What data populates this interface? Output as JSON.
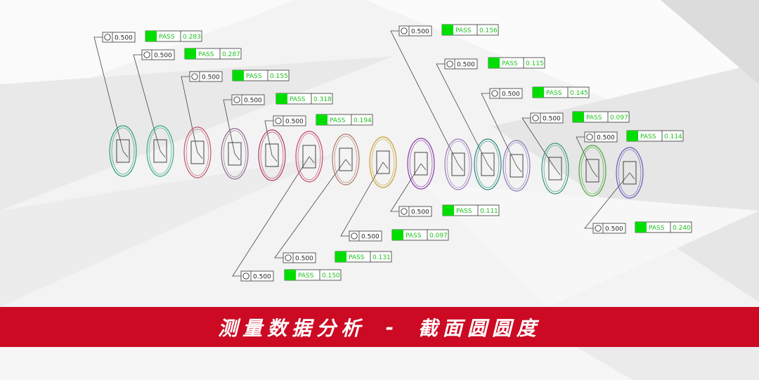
{
  "banner": {
    "title_left": "测量数据分析",
    "separator": "-",
    "title_right": "截面圆圆度"
  },
  "colors": {
    "banner": "#cc0a24",
    "pass_fill": "#00dd00",
    "pass_text": "#1fbf1f",
    "frame": "#333333",
    "leader": "#444444"
  },
  "sections": [
    {
      "id": 1,
      "tolerance": "0.500",
      "status": "PASS",
      "value": "0.283",
      "ring": "#2e9e7a"
    },
    {
      "id": 2,
      "tolerance": "0.500",
      "status": "PASS",
      "value": "0.287",
      "ring": "#3aa88c"
    },
    {
      "id": 3,
      "tolerance": "0.500",
      "status": "PASS",
      "value": "0.155",
      "ring": "#c05a6a"
    },
    {
      "id": 4,
      "tolerance": "0.500",
      "status": "PASS",
      "value": "0.318",
      "ring": "#8a6a8a"
    },
    {
      "id": 5,
      "tolerance": "0.500",
      "status": "PASS",
      "value": "0.194",
      "ring": "#b03a5a"
    },
    {
      "id": 6,
      "tolerance": "0.500",
      "status": "PASS",
      "value": "0.150",
      "ring": "#c64a6a"
    },
    {
      "id": 7,
      "tolerance": "0.500",
      "status": "PASS",
      "value": "0.131",
      "ring": "#b07a6a"
    },
    {
      "id": 8,
      "tolerance": "0.500",
      "status": "PASS",
      "value": "0.097",
      "ring": "#c8a030"
    },
    {
      "id": 9,
      "tolerance": "0.500",
      "status": "PASS",
      "value": "0.111",
      "ring": "#8a3aa8"
    },
    {
      "id": 10,
      "tolerance": "0.500",
      "status": "PASS",
      "value": "0.156",
      "ring": "#9a7ab8"
    },
    {
      "id": 11,
      "tolerance": "0.500",
      "status": "PASS",
      "value": "0.115",
      "ring": "#2a8a7a"
    },
    {
      "id": 12,
      "tolerance": "0.500",
      "status": "PASS",
      "value": "0.145",
      "ring": "#8a7ab8"
    },
    {
      "id": 13,
      "tolerance": "0.500",
      "status": "PASS",
      "value": "0.097",
      "ring": "#3a9a7a"
    },
    {
      "id": 14,
      "tolerance": "0.500",
      "status": "PASS",
      "value": "0.114",
      "ring": "#4aa83a"
    },
    {
      "id": 15,
      "tolerance": "0.500",
      "status": "PASS",
      "value": "0.240",
      "ring": "#6a5ab8"
    }
  ]
}
